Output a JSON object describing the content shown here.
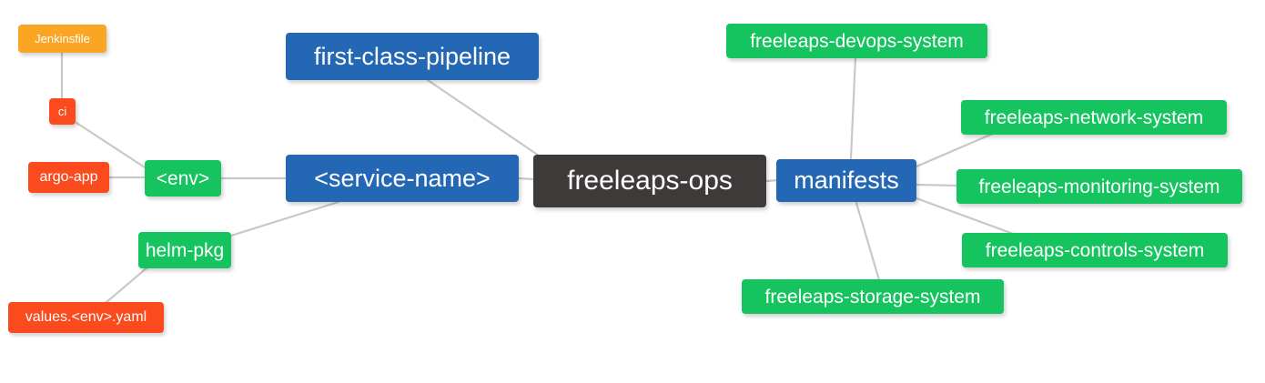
{
  "diagram": {
    "type": "mindmap",
    "title": "freeleaps-ops",
    "background": "#ffffff",
    "edge_color": "#c8c8c8",
    "palette": {
      "root": "#3e3a39",
      "blue": "#2367b5",
      "green": "#16c45f",
      "orange": "#fba524",
      "red_orange": "#fa4a1e"
    }
  },
  "nodes": {
    "root": {
      "label": "freeleaps-ops",
      "color": "#3e3a39"
    },
    "first_class_pipeline": {
      "label": "first-class-pipeline",
      "color": "#2367b5"
    },
    "service_name": {
      "label": "<service-name>",
      "color": "#2367b5"
    },
    "env": {
      "label": "<env>",
      "color": "#16c45f"
    },
    "ci": {
      "label": "ci",
      "color": "#fa4a1e"
    },
    "jenkinsfile": {
      "label": "Jenkinsfile",
      "color": "#fba524"
    },
    "argo_app": {
      "label": "argo-app",
      "color": "#fa4a1e"
    },
    "helm_pkg": {
      "label": "helm-pkg",
      "color": "#16c45f"
    },
    "values_yaml": {
      "label": "values.<env>.yaml",
      "color": "#fa4a1e"
    },
    "manifests": {
      "label": "manifests",
      "color": "#2367b5"
    },
    "devops_system": {
      "label": "freeleaps-devops-system",
      "color": "#16c45f"
    },
    "network_system": {
      "label": "freeleaps-network-system",
      "color": "#16c45f"
    },
    "monitoring_system": {
      "label": "freeleaps-monitoring-system",
      "color": "#16c45f"
    },
    "controls_system": {
      "label": "freeleaps-controls-system",
      "color": "#16c45f"
    },
    "storage_system": {
      "label": "freeleaps-storage-system",
      "color": "#16c45f"
    }
  },
  "edges": [
    {
      "from": "root",
      "to": "service_name"
    },
    {
      "from": "root",
      "to": "manifests"
    },
    {
      "from": "service_name",
      "to": "first_class_pipeline"
    },
    {
      "from": "service_name",
      "to": "env"
    },
    {
      "from": "service_name",
      "to": "helm_pkg"
    },
    {
      "from": "env",
      "to": "ci"
    },
    {
      "from": "env",
      "to": "argo_app"
    },
    {
      "from": "ci",
      "to": "jenkinsfile"
    },
    {
      "from": "helm_pkg",
      "to": "values_yaml"
    },
    {
      "from": "manifests",
      "to": "devops_system"
    },
    {
      "from": "manifests",
      "to": "network_system"
    },
    {
      "from": "manifests",
      "to": "monitoring_system"
    },
    {
      "from": "manifests",
      "to": "controls_system"
    },
    {
      "from": "manifests",
      "to": "storage_system"
    }
  ]
}
